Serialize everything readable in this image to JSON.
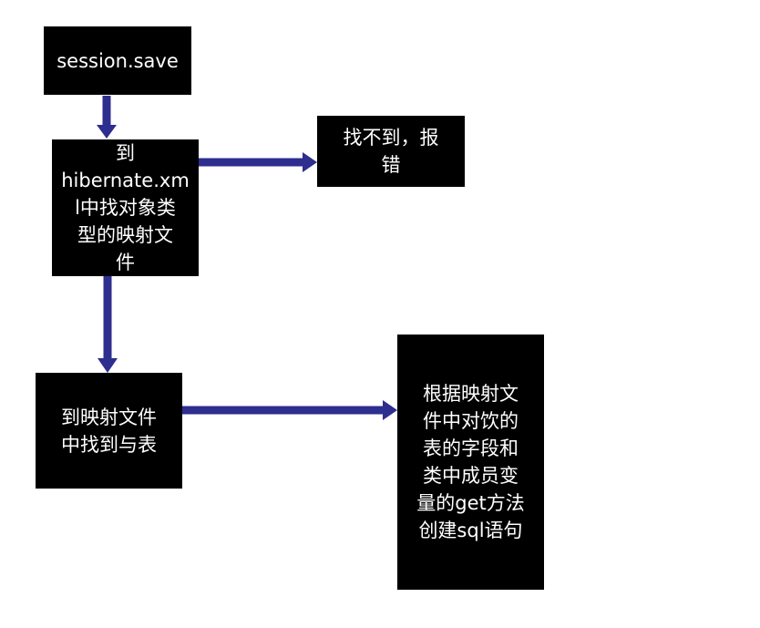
{
  "colors": {
    "node_fill": "#000000",
    "node_text": "#ffffff",
    "arrow": "#2e2e8f"
  },
  "nodes": {
    "session_save": {
      "lines": [
        "session.save"
      ]
    },
    "find_mapping": {
      "lines": [
        "到",
        "hibernate.xm",
        "l中找对象类",
        "型的映射文",
        "件"
      ]
    },
    "not_found": {
      "lines": [
        "找不到，报",
        "错"
      ]
    },
    "find_table": {
      "lines": [
        "到映射文件",
        "中找到与表"
      ]
    },
    "create_sql": {
      "lines": [
        "根据映射文",
        "件中对饮的",
        "表的字段和",
        "类中成员变",
        "量的get方法",
        "创建sql语句"
      ]
    }
  },
  "edges": [
    {
      "from": "session_save",
      "to": "find_mapping"
    },
    {
      "from": "find_mapping",
      "to": "not_found"
    },
    {
      "from": "find_mapping",
      "to": "find_table"
    },
    {
      "from": "find_table",
      "to": "create_sql"
    }
  ]
}
